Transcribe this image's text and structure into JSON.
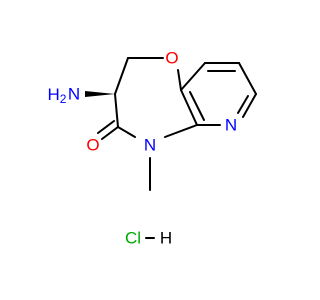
{
  "molecule": {
    "atoms": {
      "amine_H2": "H2",
      "amine_N": "N",
      "ring_O": "O",
      "pyridine_N": "N",
      "amide_N": "N",
      "carbonyl_O": "O"
    },
    "salt": {
      "cl": "Cl",
      "h": "H"
    },
    "colors": {
      "bond": "#000000",
      "nitrogen": "#0000ff",
      "oxygen": "#ff0000",
      "carbon_hetero_text": "#000000",
      "chlorine": "#00aa00"
    }
  }
}
